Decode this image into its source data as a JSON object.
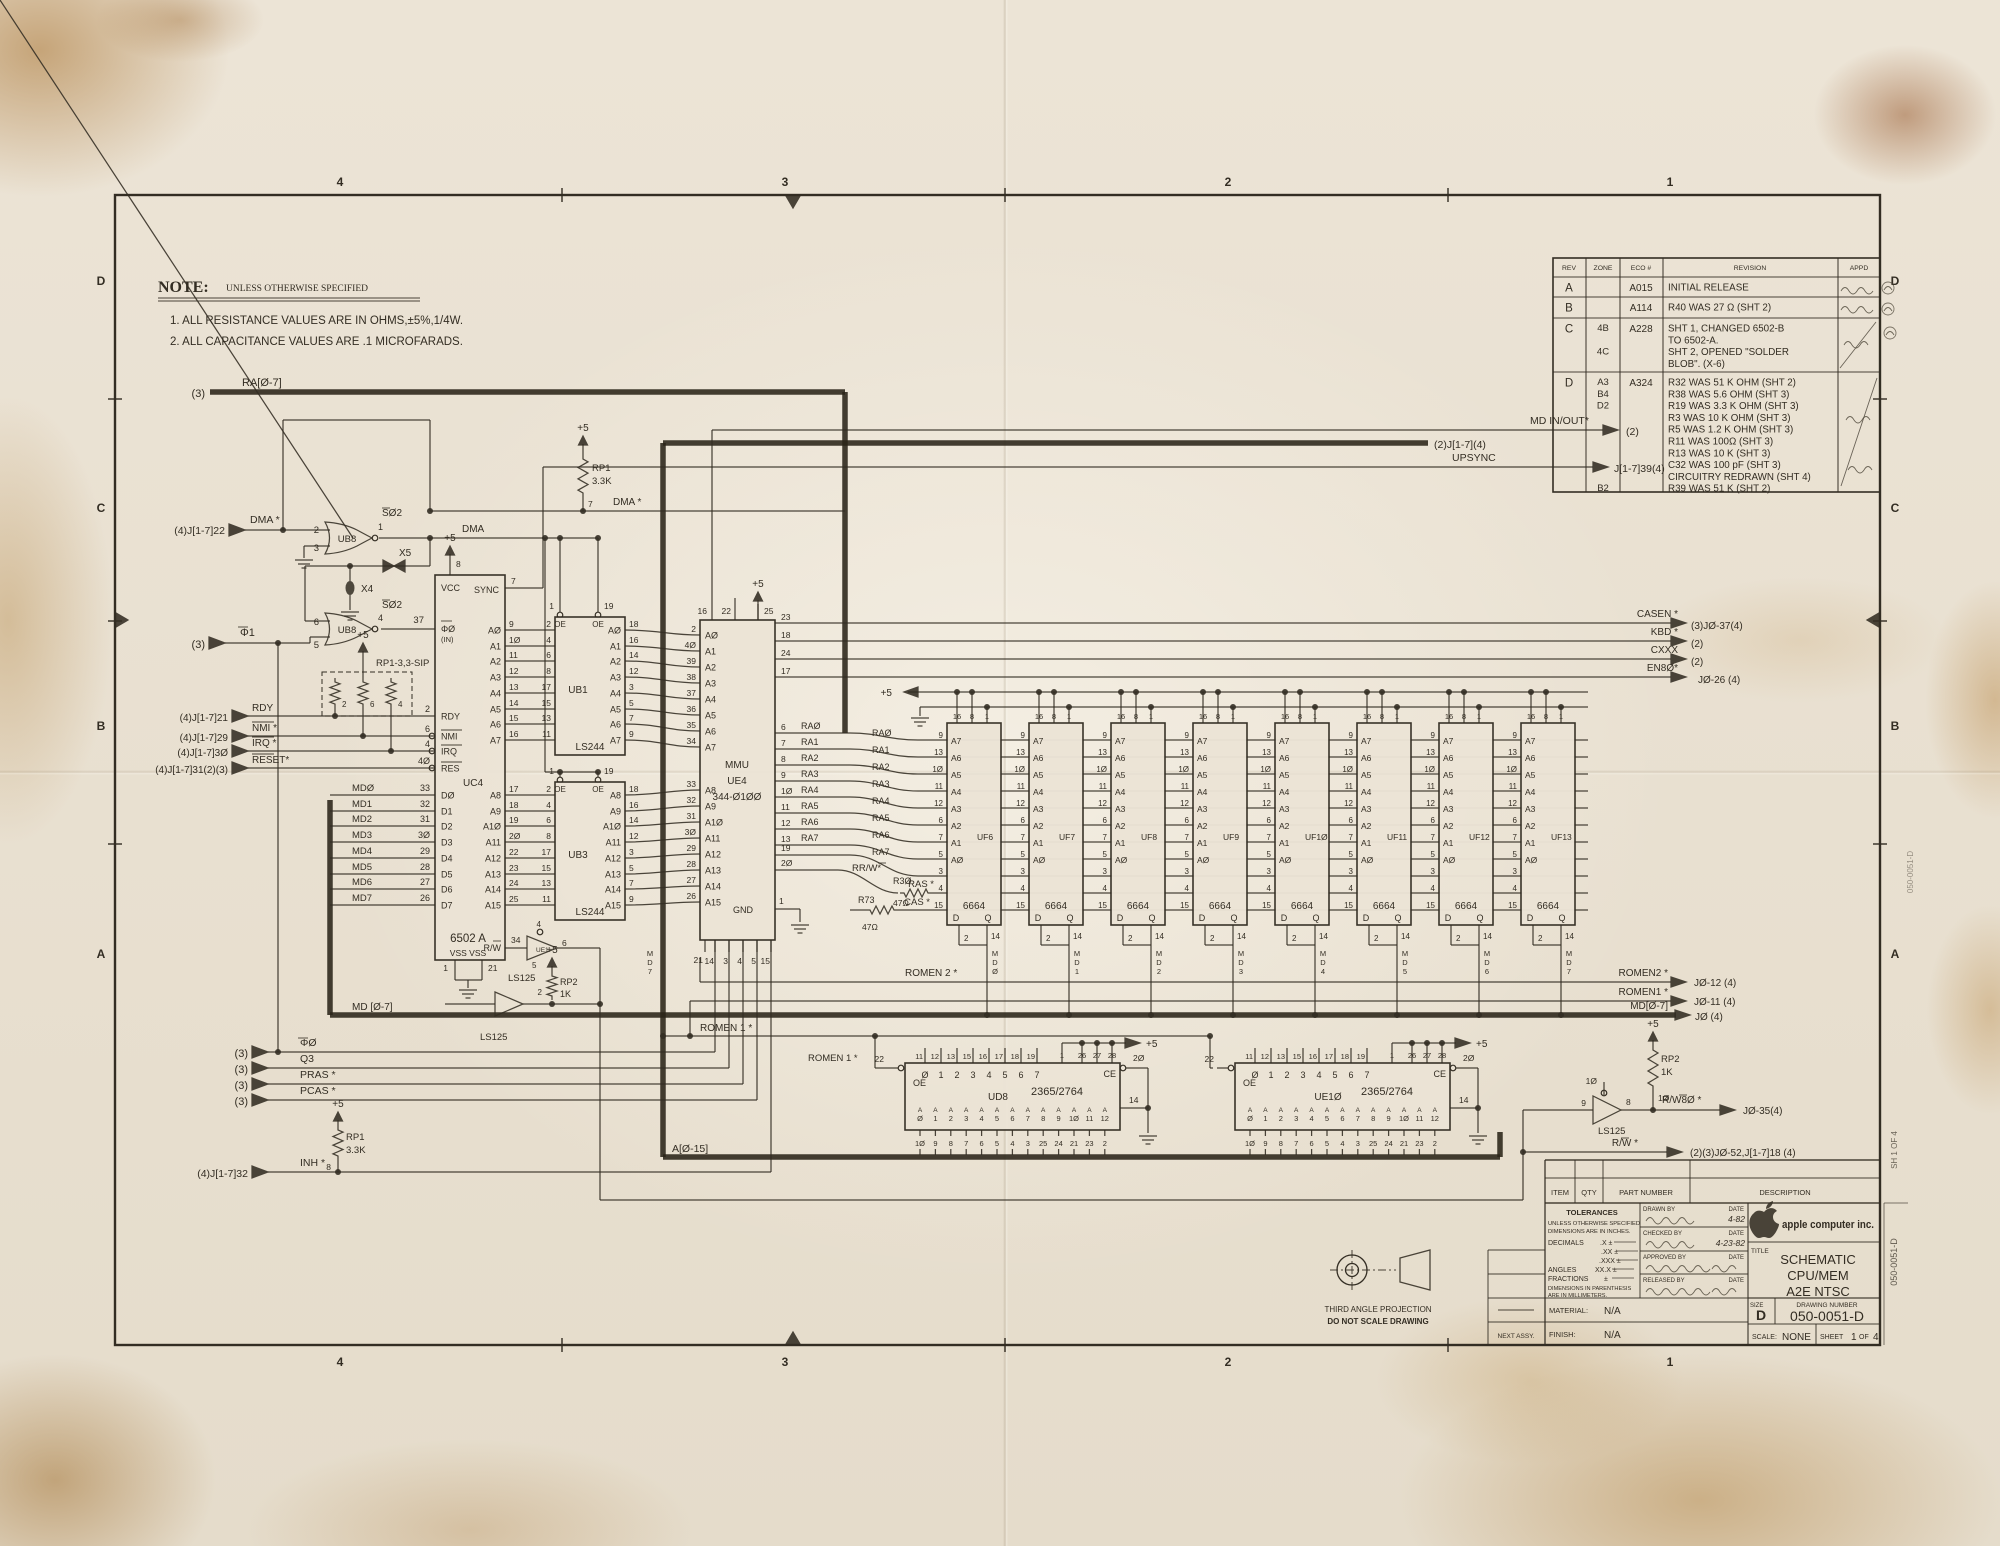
{
  "sheet": {
    "zones_top": [
      "4",
      "3",
      "2",
      "1"
    ],
    "zones_bottom": [
      "4",
      "3",
      "2",
      "1"
    ],
    "zones_left": [
      "D",
      "C",
      "B",
      "A"
    ],
    "zones_right": [
      "D",
      "C",
      "B",
      "A"
    ]
  },
  "note": {
    "heading": "NOTE:",
    "sub": "UNLESS OTHERWISE SPECIFIED",
    "items": [
      "1.   ALL RESISTANCE VALUES ARE IN OHMS,±5%,1/4W.",
      "2.   ALL CAPACITANCE VALUES ARE .1 MICROFARADS."
    ]
  },
  "revisions": {
    "headers": [
      "REV",
      "ZONE",
      "ECO #",
      "REVISION",
      "APPD"
    ],
    "rows": [
      {
        "rev": "A",
        "eco": "A015",
        "zone": [],
        "lines": [
          "INITIAL RELEASE"
        ]
      },
      {
        "rev": "B",
        "eco": "A114",
        "zone": [],
        "lines": [
          "R40 WAS 27 Ω (SHT 2)"
        ]
      },
      {
        "rev": "C",
        "eco": "A228",
        "zone": [
          "4B",
          "",
          "4C",
          ""
        ],
        "lines": [
          "SHT 1, CHANGED 6502-B",
          "TO 6502-A.",
          "SHT 2, OPENED \"SOLDER",
          "BLOB\". (X-6)"
        ]
      },
      {
        "rev": "D",
        "eco": "A324",
        "zone": [
          "A3",
          "B4",
          "D2",
          "",
          "",
          "",
          "",
          "",
          "",
          "B2"
        ],
        "lines": [
          "R32 WAS 51 K OHM (SHT 2)",
          "R38 WAS 5.6 OHM (SHT 3)",
          "R19 WAS 3.3 K OHM (SHT 3)",
          "R3 WAS 10 K OHM (SHT 3)",
          "R5 WAS 1.2 K OHM (SHT 3)",
          "R11 WAS 100Ω (SHT 3)",
          "R13 WAS 10 K (SHT 3)",
          "C32 WAS 100 pF (SHT 3)",
          "CIRCUITRY REDRAWN (SHT 4)",
          "R39 WAS 51 K (SHT 2)"
        ]
      }
    ]
  },
  "title_block": {
    "parts_headers": [
      "ITEM",
      "QTY",
      "PART NUMBER",
      "DESCRIPTION"
    ],
    "tolerances": [
      "TOLERANCES",
      "UNLESS OTHERWISE SPECIFIED",
      "DIMENSIONS ARE IN INCHES.",
      "DECIMALS",
      ".X ±",
      ".XX ±",
      ".XXX ±",
      "ANGLES",
      "XX.X ±",
      "FRACTIONS",
      "±",
      "DIMENSIONS IN PARENTHESIS",
      "ARE IN MILLIMETERS."
    ],
    "sign_rows": [
      {
        "role": "DRAWN BY",
        "date_label": "DATE",
        "date": "4-82"
      },
      {
        "role": "CHECKED BY",
        "date_label": "DATE",
        "date": "4-23-82"
      },
      {
        "role": "APPROVED BY",
        "date_label": "DATE",
        "date": ""
      },
      {
        "role": "RELEASED BY",
        "date_label": "DATE",
        "date": ""
      }
    ],
    "company": "apple computer inc.",
    "title_label": "TITLE",
    "title_lines": [
      "SCHEMATIC",
      "CPU/MEM",
      "A2E NTSC"
    ],
    "size_label": "SIZE",
    "size": "D",
    "drawing_number_label": "DRAWING NUMBER",
    "drawing_number": "050-0051-D",
    "scale_label": "SCALE:",
    "scale": "NONE",
    "sheet_label": "SHEET",
    "sheet_number": "1",
    "of_label": "OF",
    "sheet_total": "4",
    "material_label": "MATERIAL:",
    "material": "N/A",
    "finish_label": "FINISH:",
    "finish": "N/A",
    "next_assy": "NEXT ASSY.",
    "projection": [
      "THIRD ANGLE PROJECTION",
      "DO NOT SCALE DRAWING"
    ],
    "edge_sheet": "SH 1 OF 4"
  },
  "cpu": {
    "ref": "UC4",
    "part": "6502 A",
    "vcc": "VCC",
    "sync": "SYNC",
    "phi_in": "ΦØ",
    "phi_in2": "(IN)",
    "rw": "R/W",
    "vss": "VSS VSS",
    "ctrl": [
      [
        "2",
        "RDY"
      ],
      [
        "6",
        "NMI"
      ],
      [
        "4",
        "IRQ"
      ],
      [
        "4Ø",
        "RES"
      ]
    ],
    "data": [
      [
        "33",
        "DØ"
      ],
      [
        "32",
        "D1"
      ],
      [
        "31",
        "D2"
      ],
      [
        "3Ø",
        "D3"
      ],
      [
        "29",
        "D4"
      ],
      [
        "28",
        "D5"
      ],
      [
        "27",
        "D6"
      ],
      [
        "26",
        "D7"
      ]
    ],
    "alo": [
      [
        "9",
        "AØ"
      ],
      [
        "1Ø",
        "A1"
      ],
      [
        "11",
        "A2"
      ],
      [
        "12",
        "A3"
      ],
      [
        "13",
        "A4"
      ],
      [
        "14",
        "A5"
      ],
      [
        "15",
        "A6"
      ],
      [
        "16",
        "A7"
      ]
    ],
    "ahi": [
      [
        "17",
        "A8"
      ],
      [
        "18",
        "A9"
      ],
      [
        "19",
        "A1Ø"
      ],
      [
        "2Ø",
        "A11"
      ],
      [
        "22",
        "A12"
      ],
      [
        "23",
        "A13"
      ],
      [
        "24",
        "A14"
      ],
      [
        "25",
        "A15"
      ]
    ],
    "md": [
      "MDØ",
      "MD1",
      "MD2",
      "MD3",
      "MD4",
      "MD5",
      "MD6",
      "MD7"
    ]
  },
  "buf": {
    "part": "LS244",
    "oe": "OE",
    "refs": [
      "UB1",
      "UB3"
    ],
    "oep": [
      "1",
      "19"
    ],
    "inp": [
      "2",
      "4",
      "6",
      "8",
      "17",
      "15",
      "13",
      "11"
    ],
    "out1": [
      [
        "18",
        "AØ"
      ],
      [
        "16",
        "A1"
      ],
      [
        "14",
        "A2"
      ],
      [
        "12",
        "A3"
      ],
      [
        "3",
        "A4"
      ],
      [
        "5",
        "A5"
      ],
      [
        "7",
        "A6"
      ],
      [
        "9",
        "A7"
      ]
    ],
    "out2": [
      [
        "18",
        "A8"
      ],
      [
        "16",
        "A9"
      ],
      [
        "14",
        "A1Ø"
      ],
      [
        "12",
        "A11"
      ],
      [
        "3",
        "A12"
      ],
      [
        "5",
        "A13"
      ],
      [
        "7",
        "A14"
      ],
      [
        "9",
        "A15"
      ]
    ]
  },
  "mmu": {
    "name": [
      "MMU",
      "UE4",
      "344-Ø1ØØ"
    ],
    "gnd": "GND",
    "top": [
      "16",
      "22",
      "25"
    ],
    "bottom": [
      "14",
      "3",
      "4",
      "5",
      "15"
    ],
    "left": [
      [
        "2",
        "AØ"
      ],
      [
        "4Ø",
        "A1"
      ],
      [
        "39",
        "A2"
      ],
      [
        "38",
        "A3"
      ],
      [
        "37",
        "A4"
      ],
      [
        "36",
        "A5"
      ],
      [
        "35",
        "A6"
      ],
      [
        "34",
        "A7"
      ],
      [
        "33",
        "A8"
      ],
      [
        "32",
        "A9"
      ],
      [
        "31",
        "A1Ø"
      ],
      [
        "3Ø",
        "A11"
      ],
      [
        "29",
        "A12"
      ],
      [
        "28",
        "A13"
      ],
      [
        "27",
        "A14"
      ],
      [
        "26",
        "A15"
      ]
    ],
    "rtop": [
      "23",
      "18",
      "24",
      "17"
    ],
    "ra": [
      [
        "6",
        "RAØ"
      ],
      [
        "7",
        "RA1"
      ],
      [
        "8",
        "RA2"
      ],
      [
        "9",
        "RA3"
      ],
      [
        "1Ø",
        "RA4"
      ],
      [
        "11",
        "RA5"
      ],
      [
        "12",
        "RA6"
      ],
      [
        "13",
        "RA7"
      ]
    ],
    "p19": "19",
    "p20": "2Ø",
    "p1": "1",
    "p21": "21"
  },
  "dram": {
    "part": "6664",
    "refs": [
      "UF6",
      "UF7",
      "UF8",
      "UF9",
      "UF1Ø",
      "UF11",
      "UF12",
      "UF13"
    ],
    "md": [
      "MDØ",
      "MD1",
      "MD2",
      "MD3",
      "MD4",
      "MD5",
      "MD6",
      "MD7"
    ],
    "top": [
      "16",
      "8",
      "1"
    ],
    "addr": [
      [
        "9",
        "A7"
      ],
      [
        "13",
        "A6"
      ],
      [
        "1Ø",
        "A5"
      ],
      [
        "11",
        "A4"
      ],
      [
        "12",
        "A3"
      ],
      [
        "6",
        "A2"
      ],
      [
        "7",
        "A1"
      ],
      [
        "5",
        "AØ"
      ]
    ],
    "xpins": [
      "3",
      "4",
      "15"
    ],
    "ra2": [
      "RAØ",
      "RA1",
      "RA2",
      "RA3",
      "RA4",
      "RA5",
      "RA6",
      "RA7"
    ],
    "d": "D",
    "q": "Q",
    "dp": "2",
    "qp": "14"
  },
  "rom": {
    "part": "2365/2764",
    "refs": [
      "UD8",
      "UE1Ø"
    ],
    "oe": "OE",
    "ce": "CE",
    "oep": "22",
    "cep": "2Ø",
    "gp": "14",
    "top": [
      [
        "11",
        "Ø"
      ],
      [
        "12",
        "1"
      ],
      [
        "13",
        "2"
      ],
      [
        "15",
        "3"
      ],
      [
        "16",
        "4"
      ],
      [
        "17",
        "5"
      ],
      [
        "18",
        "6"
      ],
      [
        "19",
        "7"
      ]
    ],
    "pwr": [
      "1",
      "26",
      "27",
      "28"
    ],
    "addr": [
      [
        "1Ø",
        "AØ"
      ],
      [
        "9",
        "A1"
      ],
      [
        "8",
        "A2"
      ],
      [
        "7",
        "A3"
      ],
      [
        "6",
        "A4"
      ],
      [
        "5",
        "A5"
      ],
      [
        "4",
        "A6"
      ],
      [
        "3",
        "A7"
      ],
      [
        "25",
        "A8"
      ],
      [
        "24",
        "A9"
      ],
      [
        "21",
        "A1Ø"
      ],
      [
        "23",
        "A11"
      ],
      [
        "2",
        "A12"
      ]
    ]
  },
  "pins": {
    "p1": "1",
    "p2": "2",
    "p3": "3",
    "p4": "4",
    "p5": "5",
    "p6": "6",
    "p7": "7",
    "p8": "8",
    "p9": "9",
    "p10": "1Ø",
    "p21": "21",
    "p34": "34",
    "p37": "37"
  },
  "sig": {
    "p5": "+5",
    "t3": "(3)",
    "t2": "(2)",
    "ra_bus": "RA[Ø-7]",
    "j22": "(4)J[1-7]22",
    "dma_s": "DMA *",
    "dma": "DMA",
    "s02": "SØ2",
    "ub8": "UB8",
    "x5": "X5",
    "x4": "X4",
    "phi1": "Φ1",
    "rp1sip": "RP1-3,3-SIP",
    "rp1": "RP1",
    "v33k": "3.3K",
    "j21": "(4)J[1-7]21",
    "rdy": "RDY",
    "j29": "(4)J[1-7]29",
    "nmi": "NMI *",
    "j30": "(4)J[1-7]3Ø",
    "irq": "IRQ *",
    "j31": "(4)J[1-7]31(2)(3)",
    "reset": "RESET*",
    "phi0": "ΦØ",
    "q3": "Q3",
    "pras": "PRAS *",
    "pcas": "PCAS *",
    "inh": "INH *",
    "j32": "(4)J[1-7]32",
    "md_bus_l": "MD [Ø-7]",
    "md_bus_r": "MD[Ø-7]",
    "j0": "JØ (4)",
    "mdinout": "MD IN/OUT*",
    "upsync": "UPSYNC",
    "j39": "J[1-7]39(4)",
    "j2bus": "(2)J[1-7](4)",
    "casen": "CASEN *",
    "j037": "(3)JØ-37(4)",
    "kbd": "KBD *",
    "cxxx": "CXXX",
    "en80": "EN8Ø*",
    "j026": "JØ-26 (4)",
    "romen2": "ROMEN 2 *",
    "romen1": "ROMEN 1 *",
    "romen2r": "ROMEN2 *",
    "romen1r": "ROMEN1 *",
    "j012": "JØ-12 (4)",
    "j011": "JØ-11 (4)",
    "rrww": "RR/W*",
    "r30": "R3Ø",
    "r73": "R73",
    "r47": "47Ω",
    "ras": "RAS *",
    "cas": "CAS *",
    "abus": "A[Ø-15]",
    "rw80": "R/W8Ø *",
    "j035": "JØ-35(4)",
    "rw_s": "R/W *",
    "j052": "(2)(3)JØ-52,J[1-7]18 (4)",
    "rp2": "RP2",
    "v1k": "1K",
    "ls125": "LS125",
    "ue1": "UE1",
    "md7v": "MD7"
  }
}
